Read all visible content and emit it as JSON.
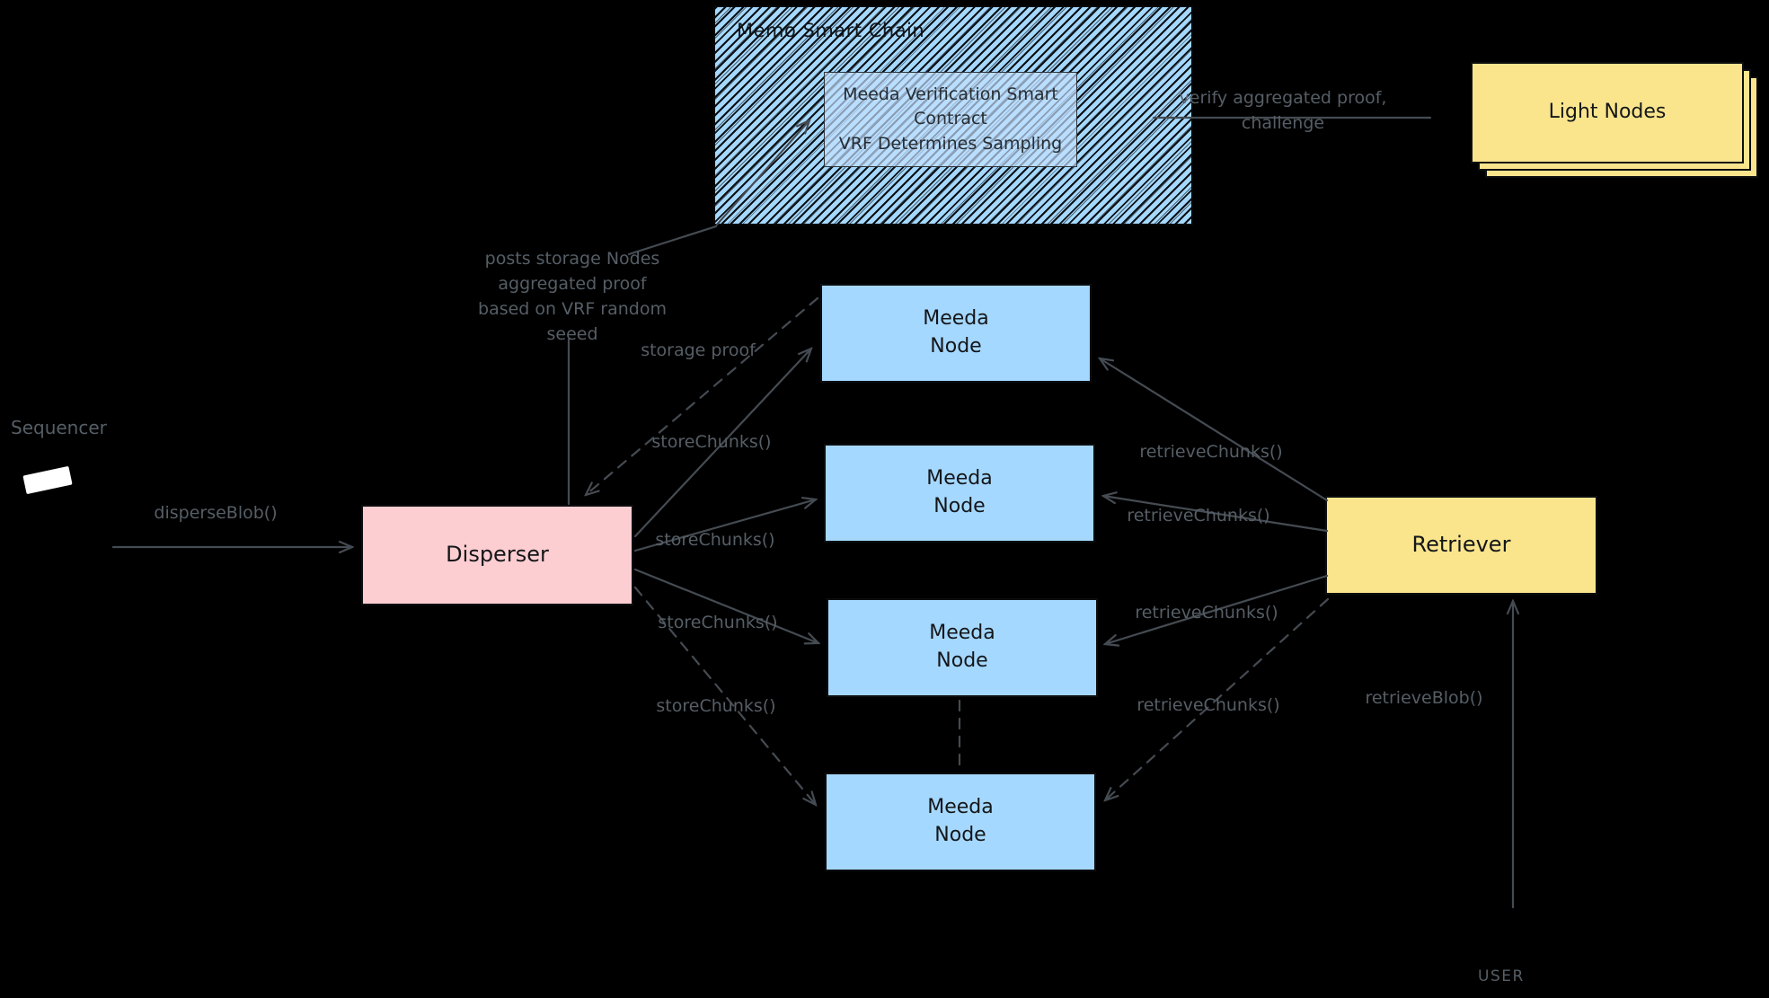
{
  "colors": {
    "blue": "#a5d8ff",
    "pink": "#fccdd1",
    "yellow": "#fae58d",
    "line": "#454b52",
    "label": "#565e66"
  },
  "memo_chain": {
    "title": "Memo Smart Chain",
    "contract_lines": [
      "Meeda Verification Smart",
      "Contract",
      "VRF Determines Sampling"
    ]
  },
  "light_nodes": {
    "label": "Light Nodes"
  },
  "sequencer": {
    "label": "Sequencer"
  },
  "disperser": {
    "label": "Disperser"
  },
  "retriever": {
    "label": "Retriever"
  },
  "meeda_nodes": [
    {
      "lines": [
        "Meeda",
        "Node"
      ]
    },
    {
      "lines": [
        "Meeda",
        "Node"
      ]
    },
    {
      "lines": [
        "Meeda",
        "Node"
      ]
    },
    {
      "lines": [
        "Meeda",
        "Node"
      ]
    }
  ],
  "edge_labels": {
    "disperse_blob": "disperseBlob()",
    "store_chunks": "storeChunks()",
    "retrieve_chunks": "retrieveChunks()",
    "storage_proof": "storage proof",
    "verify_lines": [
      "verify aggregated proof,",
      "challenge"
    ],
    "posts_lines": [
      "posts storage Nodes",
      "aggregated proof",
      "based on VRF random",
      "seeed"
    ],
    "retrieve_blob": "retrieveBlob()",
    "user": "USER"
  }
}
